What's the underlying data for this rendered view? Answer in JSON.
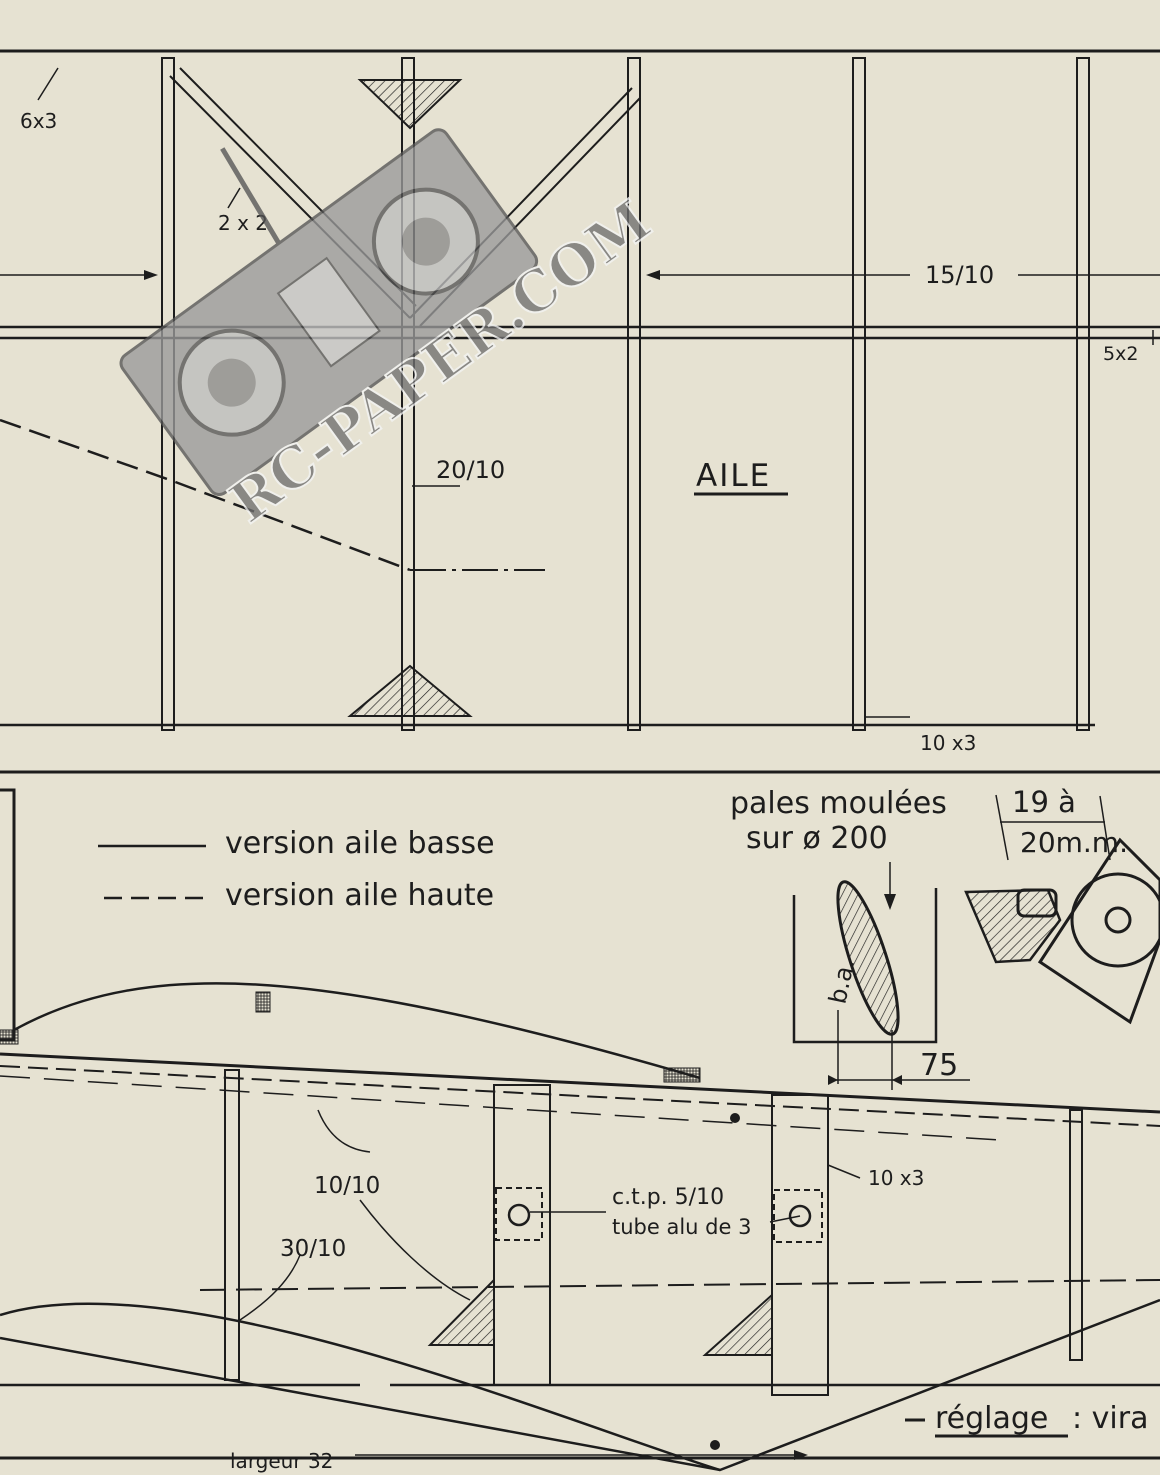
{
  "watermark": "RC-PAPER.COM",
  "wing": {
    "title": "AILE",
    "labels": {
      "spar_top": "6x3",
      "gusset": "2 x 2",
      "wire": "15/10",
      "spar_right": "5x2",
      "strut": "20/10",
      "trailing_edge": "10 x3"
    }
  },
  "legend": {
    "low_wing": "version aile basse",
    "high_wing": "version aile haute"
  },
  "propeller": {
    "title_line1": "pales moulées",
    "title_line2": "sur ø 200",
    "leading_edge": "b.a.",
    "dimension": "75"
  },
  "hinge": {
    "line1": "19 à",
    "line2": "20m.m."
  },
  "fuselage": {
    "labels": {
      "wire_a": "10/10",
      "wire_b": "30/10",
      "longeron": "10 x3",
      "plywood": "c.t.p. 5/10",
      "tube": "tube alu de 3",
      "width": "largeur 32"
    },
    "adjust_label": "réglage",
    "adjust_value": ": vira"
  }
}
